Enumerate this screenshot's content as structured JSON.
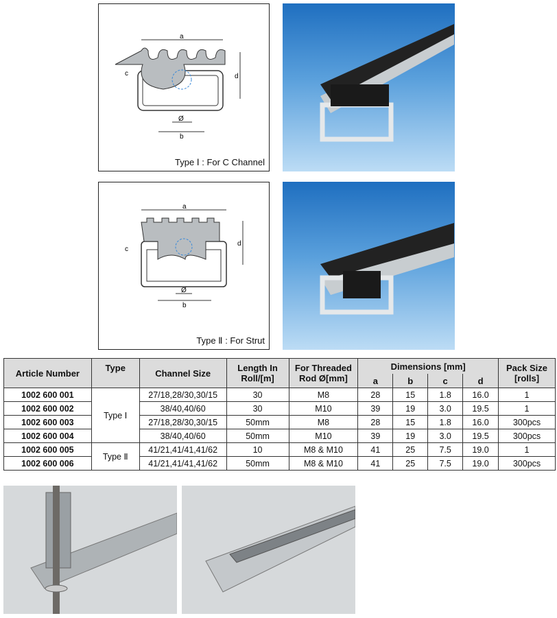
{
  "diagrams": [
    {
      "caption": "Type Ⅰ : For C Channel",
      "labels": {
        "a": "a",
        "b": "b",
        "c": "c",
        "d": "d",
        "dia": "Ø"
      }
    },
    {
      "caption": "Type Ⅱ : For Strut",
      "labels": {
        "a": "a",
        "b": "b",
        "c": "c",
        "d": "d",
        "dia": "Ø"
      }
    }
  ],
  "table": {
    "headers": {
      "article": "Article Number",
      "type": "Type",
      "channel": "Channel Size",
      "length": "Length In Roll/[m]",
      "rod": "For Threaded Rod Ø[mm]",
      "dimensions": "Dimensions [mm]",
      "a": "a",
      "b": "b",
      "c": "c",
      "d": "d",
      "pack": "Pack Size [rolls]"
    },
    "type_groups": [
      "Type Ⅰ",
      "Type Ⅱ"
    ],
    "rows": [
      {
        "article": "1002 600 001",
        "channel": "27/18,28/30,30/15",
        "length": "30",
        "rod": "M8",
        "a": "28",
        "b": "15",
        "c": "1.8",
        "d": "16.0",
        "pack": "1"
      },
      {
        "article": "1002 600 002",
        "channel": "38/40,40/60",
        "length": "30",
        "rod": "M10",
        "a": "39",
        "b": "19",
        "c": "3.0",
        "d": "19.5",
        "pack": "1"
      },
      {
        "article": "1002 600 003",
        "channel": "27/18,28/30,30/15",
        "length": "50mm",
        "rod": "M8",
        "a": "28",
        "b": "15",
        "c": "1.8",
        "d": "16.0",
        "pack": "300pcs"
      },
      {
        "article": "1002 600 004",
        "channel": "38/40,40/60",
        "length": "50mm",
        "rod": "M10",
        "a": "39",
        "b": "19",
        "c": "3.0",
        "d": "19.5",
        "pack": "300pcs"
      },
      {
        "article": "1002 600 005",
        "channel": "41/21,41/41,41/62",
        "length": "10",
        "rod": "M8  & M10",
        "a": "41",
        "b": "25",
        "c": "7.5",
        "d": "19.0",
        "pack": "1"
      },
      {
        "article": "1002 600 006",
        "channel": "41/21,41/41,41/62",
        "length": "50mm",
        "rod": "M8  & M10",
        "a": "41",
        "b": "25",
        "c": "7.5",
        "d": "19.0",
        "pack": "300pcs"
      }
    ]
  }
}
